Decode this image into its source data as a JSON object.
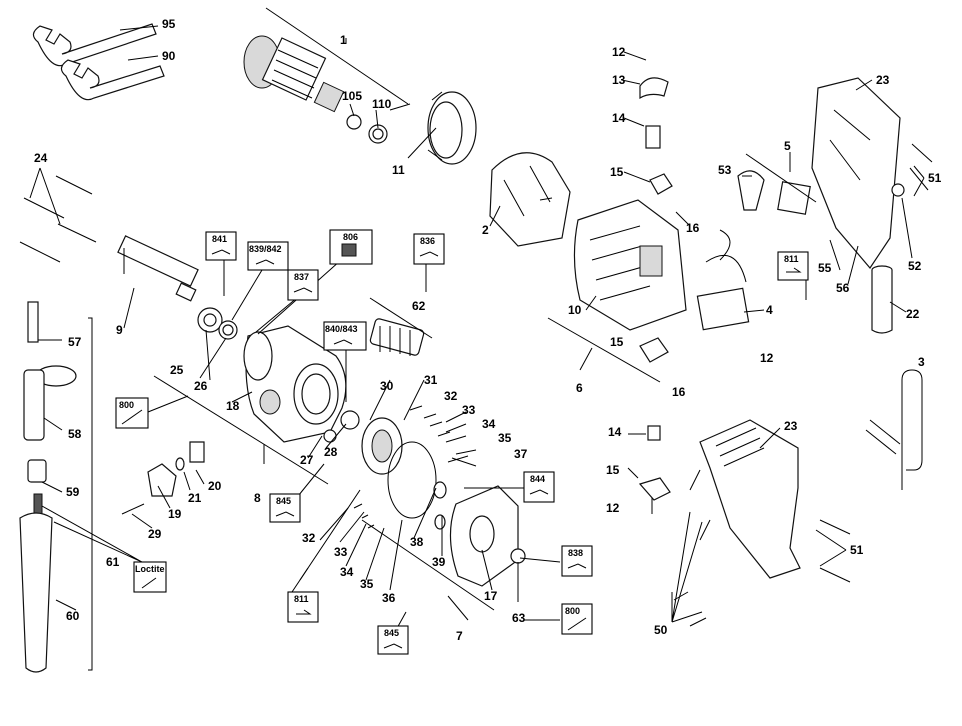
{
  "diagram": {
    "part_numbers": [
      "95",
      "90",
      "1",
      "105",
      "110",
      "11",
      "12",
      "13",
      "14",
      "15",
      "16",
      "2",
      "10",
      "4",
      "53",
      "5",
      "811",
      "23",
      "51",
      "52",
      "22",
      "55",
      "56",
      "24",
      "9",
      "841",
      "839/842",
      "837",
      "806",
      "836",
      "62",
      "840/843",
      "25",
      "26",
      "18",
      "800",
      "30",
      "31",
      "32",
      "33",
      "34",
      "35",
      "37",
      "27",
      "28",
      "57",
      "58",
      "3",
      "59",
      "21",
      "20",
      "19",
      "8",
      "845",
      "29",
      "844",
      "38",
      "39",
      "17",
      "838",
      "61",
      "60",
      "Loctite",
      "36",
      "63",
      "7",
      "6",
      "50"
    ],
    "callouts": {
      "c95": "95",
      "c90": "90",
      "c1": "1",
      "c105": "105",
      "c110": "110",
      "c11": "11",
      "c12a": "12",
      "c13": "13",
      "c14a": "14",
      "c15a": "15",
      "c16a": "16",
      "c2": "2",
      "c10": "10",
      "c4": "4",
      "c53": "53",
      "c5": "5",
      "c23a": "23",
      "c51a": "51",
      "c52": "52",
      "c22": "22",
      "c55": "55",
      "c56": "56",
      "c24": "24",
      "c9": "9",
      "c62": "62",
      "c25": "25",
      "c26": "26",
      "c18": "18",
      "c30": "30",
      "c31": "31",
      "c32a": "32",
      "c33a": "33",
      "c34a": "34",
      "c35a": "35",
      "c37": "37",
      "c27": "27",
      "c28": "28",
      "c57": "57",
      "c58": "58",
      "c3": "3",
      "c15b": "15",
      "c16b": "16",
      "c12b": "12",
      "c6": "6",
      "c14b": "14",
      "c15c": "15",
      "c12c": "12",
      "c23b": "23",
      "c59": "59",
      "c21": "21",
      "c20": "20",
      "c19": "19",
      "c8": "8",
      "c29": "29",
      "c32b": "32",
      "c33b": "33",
      "c34b": "34",
      "c35b": "35",
      "c36": "36",
      "c38": "38",
      "c39": "39",
      "c17": "17",
      "c63": "63",
      "c7": "7",
      "c61": "61",
      "c60": "60",
      "c51b": "51",
      "c50": "50"
    },
    "boxes": {
      "b841": "841",
      "b839": "839/842",
      "b837": "837",
      "b806": "806",
      "b836": "836",
      "b840": "840/843",
      "b811a": "811",
      "b800a": "800",
      "b845a": "845",
      "b844": "844",
      "b838": "838",
      "b811b": "811",
      "b845b": "845",
      "b800b": "800",
      "bLoctite": "Loctite"
    }
  }
}
